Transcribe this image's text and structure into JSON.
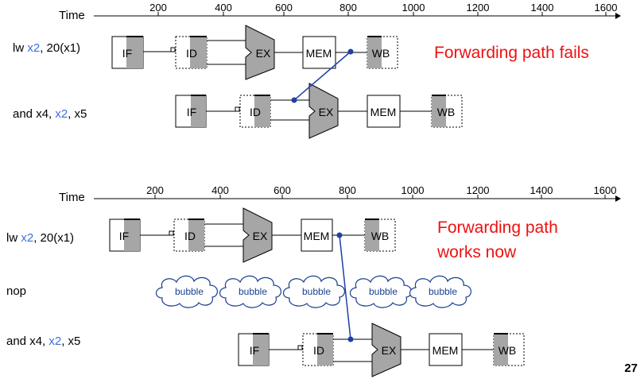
{
  "axis": {
    "title": "Time",
    "ticks": [
      "200",
      "400",
      "600",
      "800",
      "1000",
      "1200",
      "1400",
      "1600"
    ]
  },
  "stages": {
    "if": "IF",
    "id": "ID",
    "ex": "EX",
    "mem": "MEM",
    "wb": "WB"
  },
  "top": {
    "instr1": {
      "op": "lw ",
      "reg": "x2",
      "rest": ", 20(x1)"
    },
    "instr2": {
      "op": "and x4, ",
      "reg": "x2",
      "rest": ", x5"
    },
    "message": "Forwarding path fails"
  },
  "bottom": {
    "instr1": {
      "op": "lw ",
      "reg": "x2",
      "rest": ", 20(x1)"
    },
    "nop": "nop",
    "instr3": {
      "op": "and x4, ",
      "reg": "x2",
      "rest": ", x5"
    },
    "message_line1": "Forwarding path",
    "message_line2": "works now",
    "bubble_label": "bubble"
  },
  "page_number": "27",
  "colors": {
    "register_highlight": "#3b6fe0",
    "message": "#ee1111",
    "forward_line": "#1f3fa6",
    "shaded": "#a6a6a6"
  }
}
